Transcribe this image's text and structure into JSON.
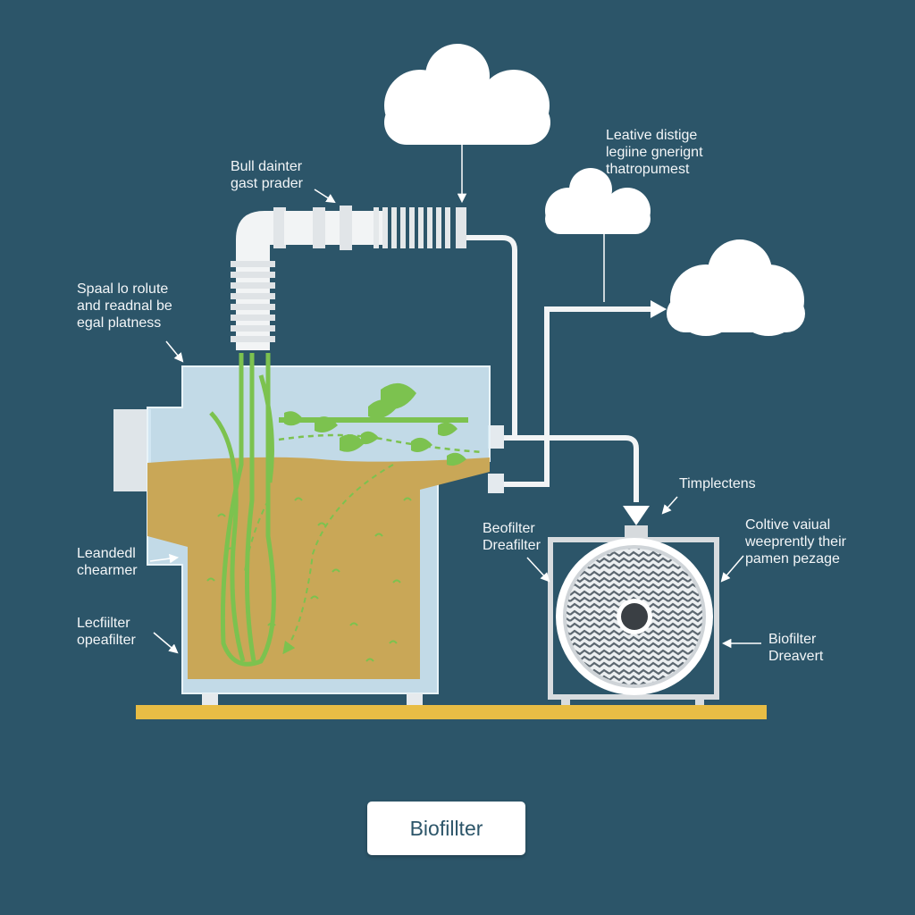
{
  "labels": {
    "top_pipe": [
      "Bull dainter",
      "gast prader"
    ],
    "left_top": [
      "Spaal lo rolute",
      "and readnal be",
      "egal platness"
    ],
    "right_top": [
      "Leative distige",
      "legiine gnerignt",
      "thatropumest"
    ],
    "left_mid": [
      "Leandedl",
      "chearmer"
    ],
    "left_bottom": [
      "Lecfiilter",
      "opeafilter"
    ],
    "right_center": [
      "Timplectens"
    ],
    "bf_left": [
      "Beofilter",
      "Dreafilter"
    ],
    "right_mid": [
      "Coltive vaiual",
      "weeprently their",
      "pamen pezage"
    ],
    "right_bottom": [
      "Biofilter",
      "Dreavert"
    ]
  },
  "caption": "Biofillter",
  "colors": {
    "background": "#2c5569",
    "tank_glass": "#cfe6f2",
    "liquid": "#c9a757",
    "plant_green": "#7cc24f",
    "pipe": "#f2f4f5",
    "ground": "#e8bd45",
    "cloud": "#ffffff"
  },
  "icons": [
    "cloud-icon",
    "leaf-icon",
    "arrow-icon",
    "filter-media-icon"
  ]
}
